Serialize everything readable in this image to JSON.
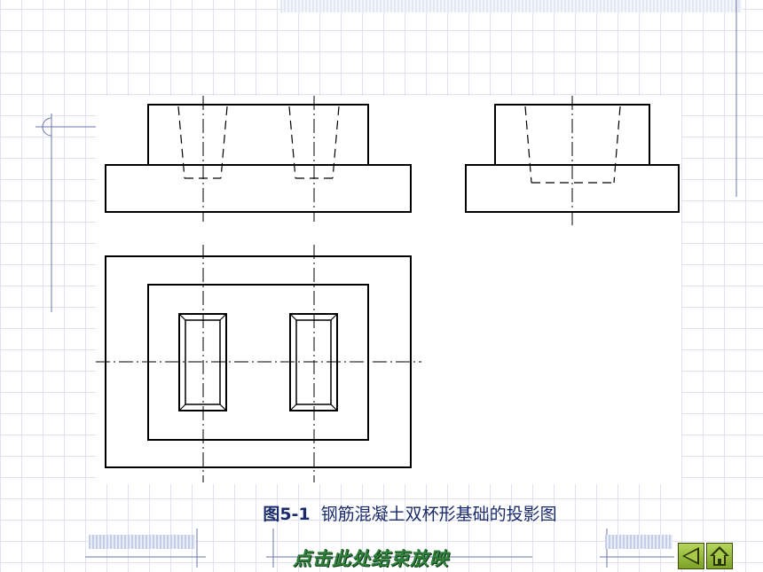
{
  "caption": {
    "figure_number": "图5-1",
    "title": "钢筋混凝土双杯形基础的投影图"
  },
  "end_show_link": "点击此处结束放映",
  "nav": {
    "icons": [
      "back-arrow-icon",
      "home-icon"
    ],
    "accent_color": "#8db33a"
  },
  "colors": {
    "caption_text": "#1a2a6a",
    "end_show_text": "#2f7e3a",
    "grid": "#dfe3ef"
  }
}
